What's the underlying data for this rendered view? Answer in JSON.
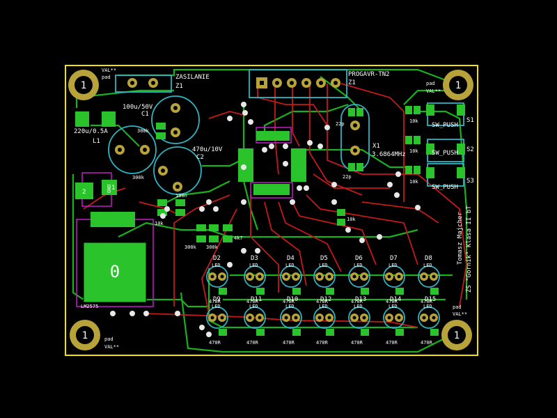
{
  "colors": {
    "background": "#000000",
    "outline": "#f2e400",
    "copper_top": "#c61a1a",
    "copper_bottom": "#19b21e",
    "pad": "#2bc32b",
    "silk_cyan": "#2fb4c4",
    "silk_magenta": "#c21ec8",
    "mount_pad": "#b8a33a",
    "text": "#ffffff",
    "ref_text": "#2d3fd6"
  },
  "mounting_holes": [
    {
      "label": "1",
      "note": "pad",
      "val": "VAL**"
    },
    {
      "label": "1",
      "note": "pad",
      "val": "VAL**"
    },
    {
      "label": "1",
      "note": "pad",
      "val": "VAL**"
    },
    {
      "label": "1",
      "note": "pad",
      "val": "VAL**"
    }
  ],
  "connectors": {
    "power": {
      "name": "ZASILANIE",
      "ref": "Z1"
    },
    "programmer": {
      "name": "PROGAVR-TN2",
      "ref": "Z1"
    }
  },
  "power_section": {
    "c1": {
      "value": "100u/50V",
      "ref": "C1"
    },
    "c2": {
      "value": "470u/10V",
      "ref": "C2"
    },
    "l1": {
      "value": "220u/0.5A",
      "ref": "L1"
    },
    "r1": "300k",
    "r2": "300k",
    "ground_label": "GND",
    "reg_pins": [
      "2",
      "1"
    ],
    "big_pad_label": "0",
    "ic_label": "LM2575"
  },
  "crystal": {
    "value": "3.6864MHz",
    "ref": "X1",
    "cap1": "22p",
    "cap2": "22p"
  },
  "switches": [
    {
      "label": "SW_PUSH",
      "ref": "S1",
      "resistor": "10k"
    },
    {
      "label": "SW_PUSH",
      "ref": "S2",
      "resistor": "10k"
    },
    {
      "label": "SW_PUSH",
      "ref": "S3",
      "resistor": "10k"
    }
  ],
  "misc_values": [
    "10k",
    "10k",
    "300k",
    "300k",
    "4k7",
    "100n"
  ],
  "leds_top": [
    {
      "ref": "D2",
      "type": "LED",
      "res": "470R"
    },
    {
      "ref": "D3",
      "type": "LED",
      "res": "470R"
    },
    {
      "ref": "D4",
      "type": "LED",
      "res": "470R"
    },
    {
      "ref": "D5",
      "type": "LED",
      "res": "470R"
    },
    {
      "ref": "D6",
      "type": "LED",
      "res": "470R"
    },
    {
      "ref": "D7",
      "type": "LED",
      "res": "470R"
    },
    {
      "ref": "D8",
      "type": "LED",
      "res": "470R"
    }
  ],
  "leds_bottom": [
    {
      "ref": "D9",
      "type": "LED",
      "res": "470R"
    },
    {
      "ref": "D11",
      "type": "LED",
      "res": "470R"
    },
    {
      "ref": "D10",
      "type": "LED",
      "res": "470R"
    },
    {
      "ref": "D12",
      "type": "LED",
      "res": "470R"
    },
    {
      "ref": "D13",
      "type": "LED",
      "res": "470R"
    },
    {
      "ref": "D14",
      "type": "LED",
      "res": "470R"
    },
    {
      "ref": "D15",
      "type": "LED",
      "res": "470R"
    }
  ],
  "author": {
    "line1": "Tomasz Majcher",
    "line2": "ZS \"Gornik\" Klasa II bT"
  }
}
